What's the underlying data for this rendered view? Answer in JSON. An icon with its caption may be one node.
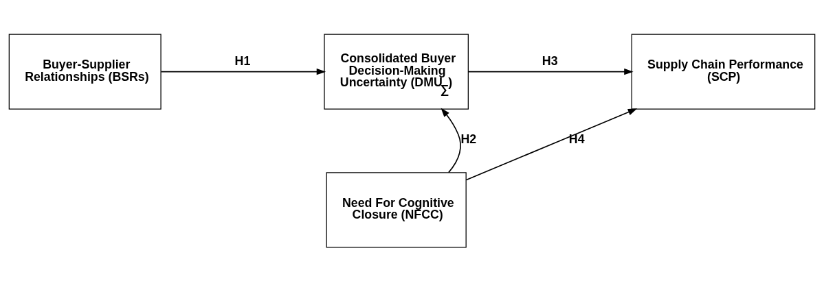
{
  "diagram": {
    "nodes": [
      {
        "text": [
          "Buyer-Supplier Relationships (BSRs)"
        ]
      },
      {
        "text": [
          "Consolidated Buyer Decision-Making Uncertainty (DMU$_{∑}$)"
        ]
      },
      {
        "text": [
          "Supply Chain Performance (SCP)"
        ]
      },
      {
        "text": [
          "Need For Cognitive Closure (NFCC)"
        ]
      }
    ],
    "edges": [
      {
        "from": 0,
        "to": 1,
        "arrow": "to",
        "label": "H1"
      },
      {
        "from": 1,
        "to": 2,
        "arrow": "to",
        "label": "H3"
      },
      {
        "from": 3,
        "to": 1,
        "arrow": "to",
        "label": "H2"
      },
      {
        "from": 3,
        "to": 2,
        "arrow": "to",
        "label": "H4"
      }
    ]
  }
}
